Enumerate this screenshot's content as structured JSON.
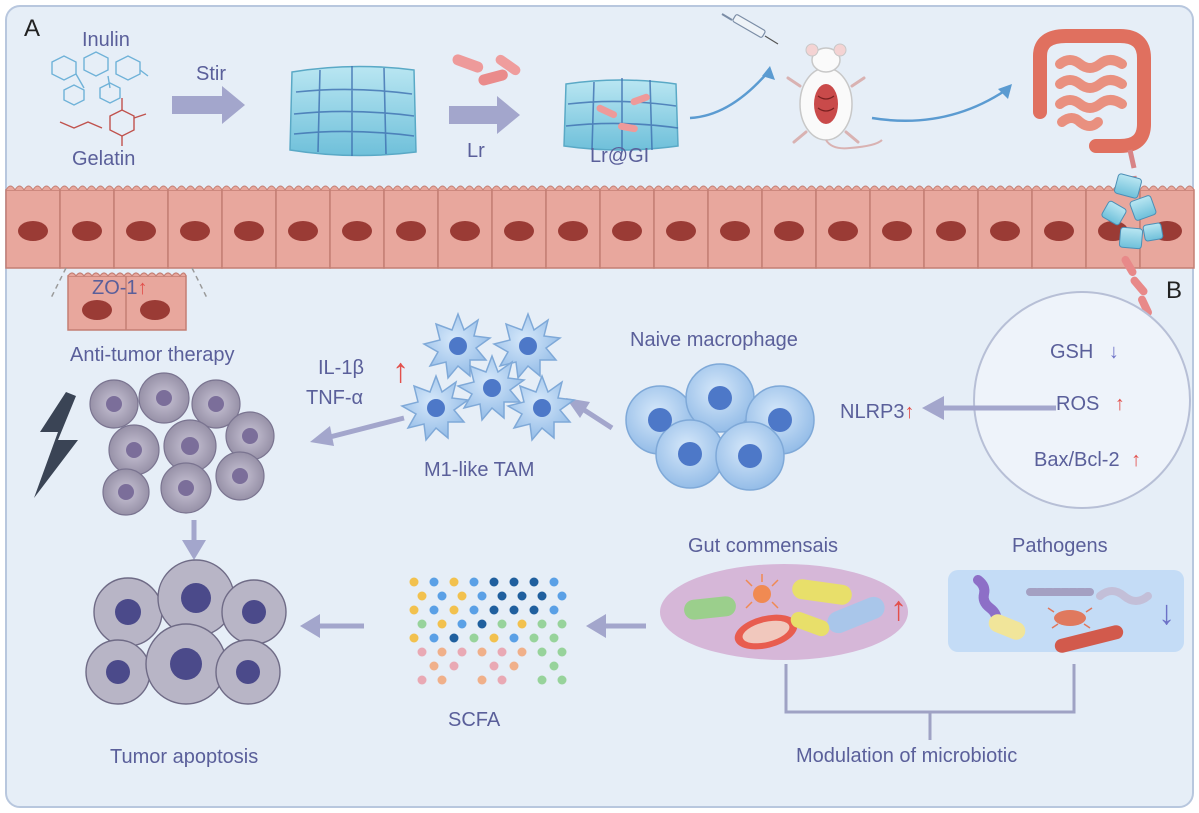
{
  "panel_labels": {
    "a": "A",
    "b": "B"
  },
  "synthesis": {
    "inulin": "Inulin",
    "gelatin": "Gelatin",
    "stir": "Stir",
    "lr": "Lr",
    "product": "Lr@GI"
  },
  "epithelium": {
    "zo1": "ZO-1"
  },
  "mechanism": {
    "gsh": "GSH",
    "ros": "ROS",
    "bax_bcl2": "Bax/Bcl-2",
    "nlrp3": "NLRP3",
    "naive_macrophage": "Naive macrophage",
    "m1_tam": "M1-like TAM",
    "cytokine_1": "IL-1β",
    "cytokine_2": "TNF-α",
    "anti_tumor": "Anti-tumor therapy",
    "tumor_apoptosis": "Tumor apoptosis"
  },
  "microbiota": {
    "commensals": "Gut commensais",
    "pathogens": "Pathogens",
    "scfa": "SCFA",
    "modulation": "Modulation of microbiotic"
  },
  "indicators": {
    "up": "↑",
    "down": "↓"
  },
  "colors": {
    "background": "#e6eef7",
    "label_text": "#5a5f9a",
    "up_arrow": "#e2504c",
    "down_arrow": "#6d72c7",
    "hydrogel": "#8ed3e6",
    "epithelial_cell": "#e8a79d",
    "nucleus": "#9a3b35",
    "macrophage": "#aecdee",
    "m1_macrophage": "#9cc4ea",
    "tumor_cell": "#a8a3b7",
    "commensal_oval": "#d6b7d8",
    "pathogen_box": "#c4dcf6",
    "flow_arrow": "#a3a6cc"
  }
}
